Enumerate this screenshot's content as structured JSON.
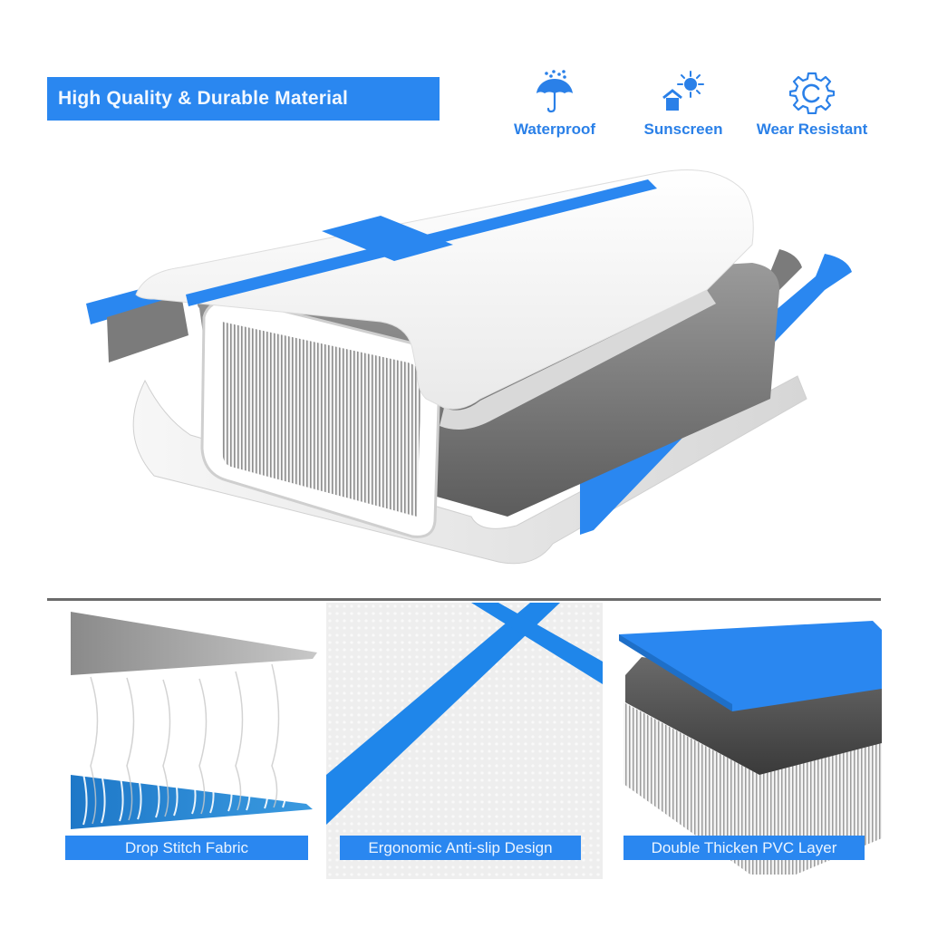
{
  "header": {
    "title": "High Quality & Durable Material"
  },
  "features": [
    {
      "label": "Waterproof",
      "icon": "umbrella-rain-icon"
    },
    {
      "label": "Sunscreen",
      "icon": "house-sun-icon"
    },
    {
      "label": "Wear Resistant",
      "icon": "gear-icon"
    }
  ],
  "main_illustration": {
    "subject": "exploded view of inflatable air mat layers"
  },
  "panels": [
    {
      "caption": "Drop Stitch Fabric"
    },
    {
      "caption": "Ergonomic Anti-slip Design"
    },
    {
      "caption": "Double Thicken PVC Layer"
    }
  ],
  "colors": {
    "accent_blue": "#2a87f0",
    "icon_blue": "#2a80e8",
    "gray_layer": "#7a7a7a",
    "divider": "#6b6b6b"
  }
}
